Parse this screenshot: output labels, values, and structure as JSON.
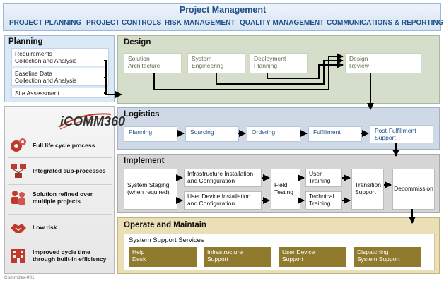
{
  "header": {
    "title": "Project Management",
    "items": [
      "PROJECT PLANNING",
      "PROJECT CONTROLS",
      "RISK MANAGEMENT",
      "QUALITY MANAGEMENT",
      "COMMUNICATIONS & REPORTING"
    ]
  },
  "planning": {
    "title": "Planning",
    "items": [
      [
        "Requirements",
        "Collection and Analysis"
      ],
      [
        "Baseline Data",
        "Collection and Analysis"
      ],
      [
        "Site Assessment"
      ]
    ]
  },
  "design": {
    "title": "Design",
    "boxes": [
      [
        "Solution",
        "Architecture"
      ],
      [
        "System",
        "Engineering"
      ],
      [
        "Deployment",
        "Planning"
      ],
      [
        "Design",
        "Review"
      ]
    ]
  },
  "logistics": {
    "title": "Logistics",
    "boxes": [
      [
        "Planning"
      ],
      [
        "Sourcing"
      ],
      [
        "Ordering"
      ],
      [
        "Fulfillment"
      ],
      [
        "Post-Fulfillment",
        "Support"
      ]
    ]
  },
  "implement": {
    "title": "Implement",
    "staging": [
      "System Staging",
      "(when required)"
    ],
    "infra": [
      "Infrastructure Installation",
      "and Configuration"
    ],
    "userdev": [
      "User Device Installation",
      "and Configuration"
    ],
    "field": [
      "Field",
      "Testing"
    ],
    "user_training": [
      "User",
      "Training"
    ],
    "tech_training": [
      "Technical",
      "Training"
    ],
    "transition": [
      "Transition",
      "Support"
    ],
    "decommission": "Decommission"
  },
  "operate": {
    "title": "Operate and Maintain",
    "subtitle": "System Support Services",
    "boxes": [
      [
        "Help",
        "Desk"
      ],
      [
        "Infrastructure",
        "Support"
      ],
      [
        "User Device",
        "Support"
      ],
      [
        "Dispatching",
        "System Support"
      ]
    ]
  },
  "benefits": {
    "logo_text": "iCOMM360",
    "items": [
      [
        "Full life cycle process"
      ],
      [
        "Integrated sub-processes"
      ],
      [
        "Solution refined over",
        "multiple projects"
      ],
      [
        "Low risk"
      ],
      [
        "Improved cycle time",
        "through built-in efficiency"
      ]
    ]
  },
  "footer": "Commdex-001",
  "colors": {
    "header_text": "#1f4f8b",
    "accent_red": "#c0392b",
    "operate_box": "#8f7a2e"
  }
}
